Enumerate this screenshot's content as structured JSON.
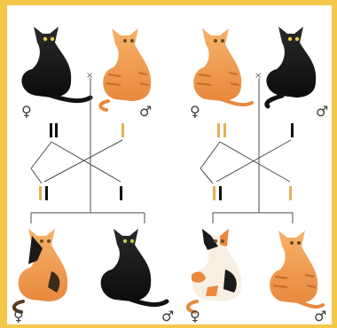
{
  "figure": {
    "colors": {
      "frame": "#f6c84a",
      "black_allele": "#111111",
      "orange_allele": "#e0b25a",
      "line": "#4a4a4a"
    },
    "crosses": [
      {
        "id": "cross-1",
        "cross_symbol": "×",
        "parents": [
          {
            "sex_symbol": "♀",
            "coat": "black",
            "chromosomes": [
              "black",
              "black"
            ]
          },
          {
            "sex_symbol": "♂",
            "coat": "orange",
            "chromosomes": [
              "orange"
            ]
          }
        ],
        "offspring": [
          {
            "sex_symbol": "♀",
            "coat": "tortoiseshell",
            "chromosomes": [
              "orange",
              "black"
            ]
          },
          {
            "sex_symbol": "♂",
            "coat": "black",
            "chromosomes": [
              "black"
            ]
          }
        ]
      },
      {
        "id": "cross-2",
        "cross_symbol": "×",
        "parents": [
          {
            "sex_symbol": "♀",
            "coat": "orange",
            "chromosomes": [
              "orange",
              "orange"
            ]
          },
          {
            "sex_symbol": "♂",
            "coat": "black",
            "chromosomes": [
              "black"
            ]
          }
        ],
        "offspring": [
          {
            "sex_symbol": "♀",
            "coat": "calico",
            "chromosomes": [
              "orange",
              "black"
            ]
          },
          {
            "sex_symbol": "♂",
            "coat": "orange",
            "chromosomes": [
              "orange"
            ]
          }
        ]
      }
    ]
  }
}
